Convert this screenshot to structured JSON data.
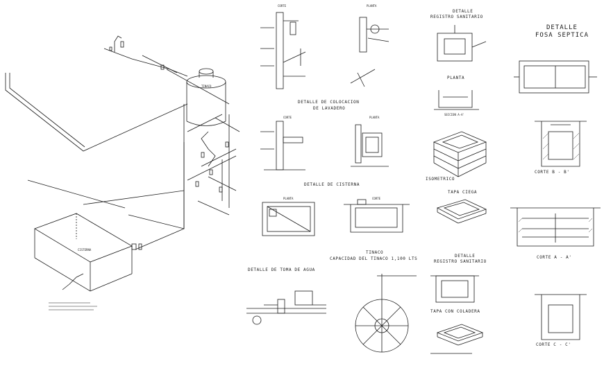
{
  "colors": {
    "background": "#ffffff",
    "line": "#1a1a1a"
  },
  "labels": {
    "corte_top": "CORTE",
    "planta_top": "PLANTA",
    "det_registro_1": "DETALLE",
    "det_registro_2": "REGISTRO SANITARIO",
    "det_fosa_1": "DETALLE",
    "det_fosa_2": "FOSA SEPTICA",
    "det_lavadero_1": "DETALLE DE COLOCACION",
    "det_lavadero_2": "DE LAVADERO",
    "corte_lav": "CORTE",
    "planta_lav": "PLANTA",
    "planta_reg": "PLANTA",
    "seccion": "SECCION A-A'",
    "isometrico": "ISOMETRICO",
    "corte_b": "CORTE  B - B'",
    "det_cisterna": "DETALLE DE CISTERNA",
    "planta_cist": "PLANTA",
    "corte_cist": "CORTE",
    "tapa_ciega": "TAPA CIEGA",
    "corte_a": "CORTE  A - A'",
    "tinaco_1": "TINACO",
    "tinaco_2": "CAPACIDAD DEL TINACO 1,100 LTS",
    "det_registro2_1": "DETALLE",
    "det_registro2_2": "REGISTRO SANITARIO",
    "det_toma": "DETALLE DE TOMA DE AGUA",
    "tapa_coladera": "TAPA CON COLADERA",
    "corte_c": "CORTE  C - C'",
    "tinaco_tank": "TINACO",
    "cisterna_tank": "CISTERNA"
  }
}
